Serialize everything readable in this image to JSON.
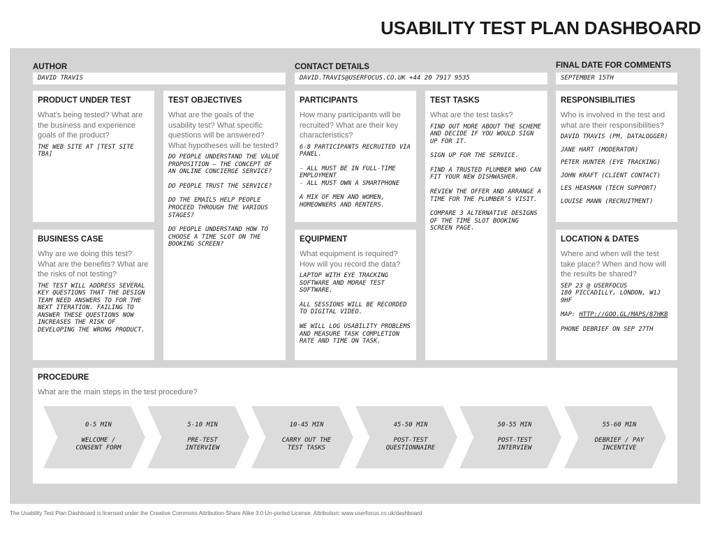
{
  "title": "USABILITY TEST PLAN DASHBOARD",
  "header": {
    "author_label": "AUTHOR",
    "author_value": "DAVID TRAVIS",
    "contact_label": "CONTACT DETAILS",
    "contact_value": "DAVID.TRAVIS@USERFOCUS.CO.UK  +44 20 7917 9535",
    "final_date_label": "FINAL DATE FOR COMMENTS",
    "final_date_value": "SEPTEMBER 15TH"
  },
  "product": {
    "title": "PRODUCT UNDER TEST",
    "question": "What’s being tested? What are the business and experience goals of the product?",
    "answers": [
      "THE WEB SITE AT [TEST SITE TBA]"
    ]
  },
  "objectives": {
    "title": "TEST OBJECTIVES",
    "question": "What are the goals of the usability test? What specific questions will be answered? What hypotheses will be tested?",
    "answers": [
      "DO PEOPLE UNDERSTAND THE VALUE PROPOSITION — THE CONCEPT OF AN ONLINE CONCIERGE SERVICE?",
      "DO PEOPLE TRUST THE SERVICE?",
      "DO THE EMAILS HELP PEOPLE PROCEED THROUGH THE VARIOUS STAGES?",
      "DO PEOPLE UNDERSTAND HOW TO CHOOSE A TIME SLOT ON THE BOOKING SCREEN?"
    ]
  },
  "participants": {
    "title": "PARTICIPANTS",
    "question": "How many participants will be recruited? What are their key characteristics?",
    "answers": [
      "6-8 PARTICIPANTS RECRUITED VIA PANEL.",
      "- ALL MUST BE IN FULL-TIME EMPLOYMENT\n- ALL MUST OWN A SMARTPHONE",
      "A MIX OF MEN AND WOMEN, HOMEOWNERS AND RENTERS."
    ]
  },
  "tasks": {
    "title": "TEST TASKS",
    "question": "What are the test tasks?",
    "answers": [
      "FIND OUT MORE ABOUT THE SCHEME AND DECIDE IF YOU WOULD SIGN UP FOR IT.",
      "SIGN UP FOR THE SERVICE.",
      "FIND A TRUSTED PLUMBER WHO CAN FIT YOUR NEW DISHWASHER.",
      "REVIEW THE OFFER AND ARRANGE A TIME FOR THE PLUMBER’S VISIT.",
      "COMPARE 3 ALTERNATIVE DESIGNS OF THE TIME SLOT BOOKING SCREEN PAGE."
    ]
  },
  "responsibilities": {
    "title": "RESPONSIBILITIES",
    "question": "Who is involved in the test and what are their responsibilities?",
    "answers": [
      "DAVID TRAVIS (PM, DATALOGGER)",
      "JANE HART (MODERATOR)",
      "PETER HUNTER (EYE TRACKING)",
      "JOHN KRAFT (CLIENT CONTACT)",
      "LES HEASMAN (TECH SUPPORT)",
      "LOUISE MANN (RECRUITMENT)"
    ]
  },
  "business": {
    "title": "BUSINESS CASE",
    "question": "Why are we doing this test? What are the benefits? What are the risks of not testing?",
    "answers": [
      "THE TEST WILL ADDRESS SEVERAL KEY QUESTIONS THAT THE DESIGN TEAM NEED ANSWERS TO FOR THE NEXT ITERATION. FAILING TO ANSWER THESE QUESTIONS NOW INCREASES THE RISK OF DEVELOPING THE WRONG PRODUCT."
    ]
  },
  "equipment": {
    "title": "EQUIPMENT",
    "question": "What equipment is required? How will you record the data?",
    "answers": [
      "LAPTOP WITH EYE TRACKING SOFTWARE AND MORAE TEST SOFTWARE.",
      "ALL SESSIONS WILL BE RECORDED TO DIGITAL VIDEO.",
      "WE WILL LOG USABILITY PROBLEMS AND MEASURE TASK COMPLETION RATE AND TIME ON TASK."
    ]
  },
  "location": {
    "title": "LOCATION & DATES",
    "question": "Where and when will the test take place? When and how will the results be shared?",
    "answer_address": "SEP 23 @ USERFOCUS\n180 PICCADILLY, LONDON, W1J 9HF",
    "map_prefix": "MAP: ",
    "map_link": "HTTP://GOO.GL/MAPS/87HKB",
    "answer_debrief": "PHONE DEBRIEF ON SEP 27TH"
  },
  "procedure": {
    "title": "PROCEDURE",
    "question": "What are the main steps in the test procedure?",
    "steps": [
      {
        "time": "0-5 MIN",
        "desc": "WELCOME /\nCONSENT FORM"
      },
      {
        "time": "5-10 MIN",
        "desc": "PRE-TEST\nINTERVIEW"
      },
      {
        "time": "10-45 MIN",
        "desc": "CARRY OUT THE\nTEST TASKS"
      },
      {
        "time": "45-50 MIN",
        "desc": "POST-TEST\nQUESTIONNAIRE"
      },
      {
        "time": "50-55 MIN",
        "desc": "POST-TEST\nINTERVIEW"
      },
      {
        "time": "55-60 MIN",
        "desc": "DEBRIEF / PAY\nINCENTIVE"
      }
    ]
  },
  "footer": "The Usability Test Plan Dashboard is licensed under the Creative Commons Attribution-Share Alike 3.0 Un-ported License. Attribution: www.userfocus.co.uk/dashboard",
  "colors": {
    "board_background": "#d3d4d3",
    "card_background": "#ffffff",
    "step_fill": "#dcdcdc"
  }
}
